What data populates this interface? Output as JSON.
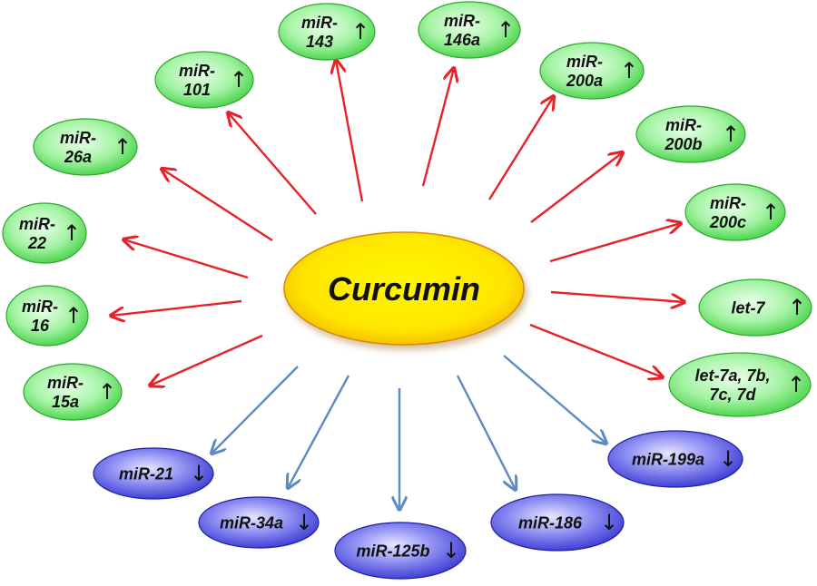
{
  "center": {
    "label": "Curcumin"
  },
  "colors": {
    "up_arrow": "#e8202a",
    "down_arrow": "#5b8ac4",
    "up_node_fill": "#9af09a",
    "up_node_stroke": "#2fa82f",
    "down_node_fill": "#6b6be8",
    "down_node_stroke": "#1e1ea0",
    "center_fill": "#fff000",
    "center_stroke": "#d08a10"
  },
  "upregulated": [
    {
      "lines": [
        "miR-",
        "15a"
      ],
      "symbol": "↑"
    },
    {
      "lines": [
        "miR-",
        "16"
      ],
      "symbol": "↑"
    },
    {
      "lines": [
        "miR-",
        "22"
      ],
      "symbol": "↑"
    },
    {
      "lines": [
        "miR-",
        "26a"
      ],
      "symbol": "↑"
    },
    {
      "lines": [
        "miR-",
        "101"
      ],
      "symbol": "↑"
    },
    {
      "lines": [
        "miR-",
        "143"
      ],
      "symbol": "↑"
    },
    {
      "lines": [
        "miR-",
        "146a"
      ],
      "symbol": "↑"
    },
    {
      "lines": [
        "miR-",
        "200a"
      ],
      "symbol": "↑"
    },
    {
      "lines": [
        "miR-",
        "200b"
      ],
      "symbol": "↑"
    },
    {
      "lines": [
        "miR-",
        "200c"
      ],
      "symbol": "↑"
    },
    {
      "lines": [
        "let-7"
      ],
      "symbol": "↑"
    },
    {
      "lines": [
        "let-7a, 7b,",
        "7c, 7d"
      ],
      "symbol": "↑"
    }
  ],
  "downregulated": [
    {
      "lines": [
        "miR-21"
      ],
      "symbol": "↓"
    },
    {
      "lines": [
        "miR-34a"
      ],
      "symbol": "↓"
    },
    {
      "lines": [
        "miR-125b"
      ],
      "symbol": "↓"
    },
    {
      "lines": [
        "miR-186"
      ],
      "symbol": "↓"
    },
    {
      "lines": [
        "miR-199a"
      ],
      "symbol": "↓"
    }
  ]
}
